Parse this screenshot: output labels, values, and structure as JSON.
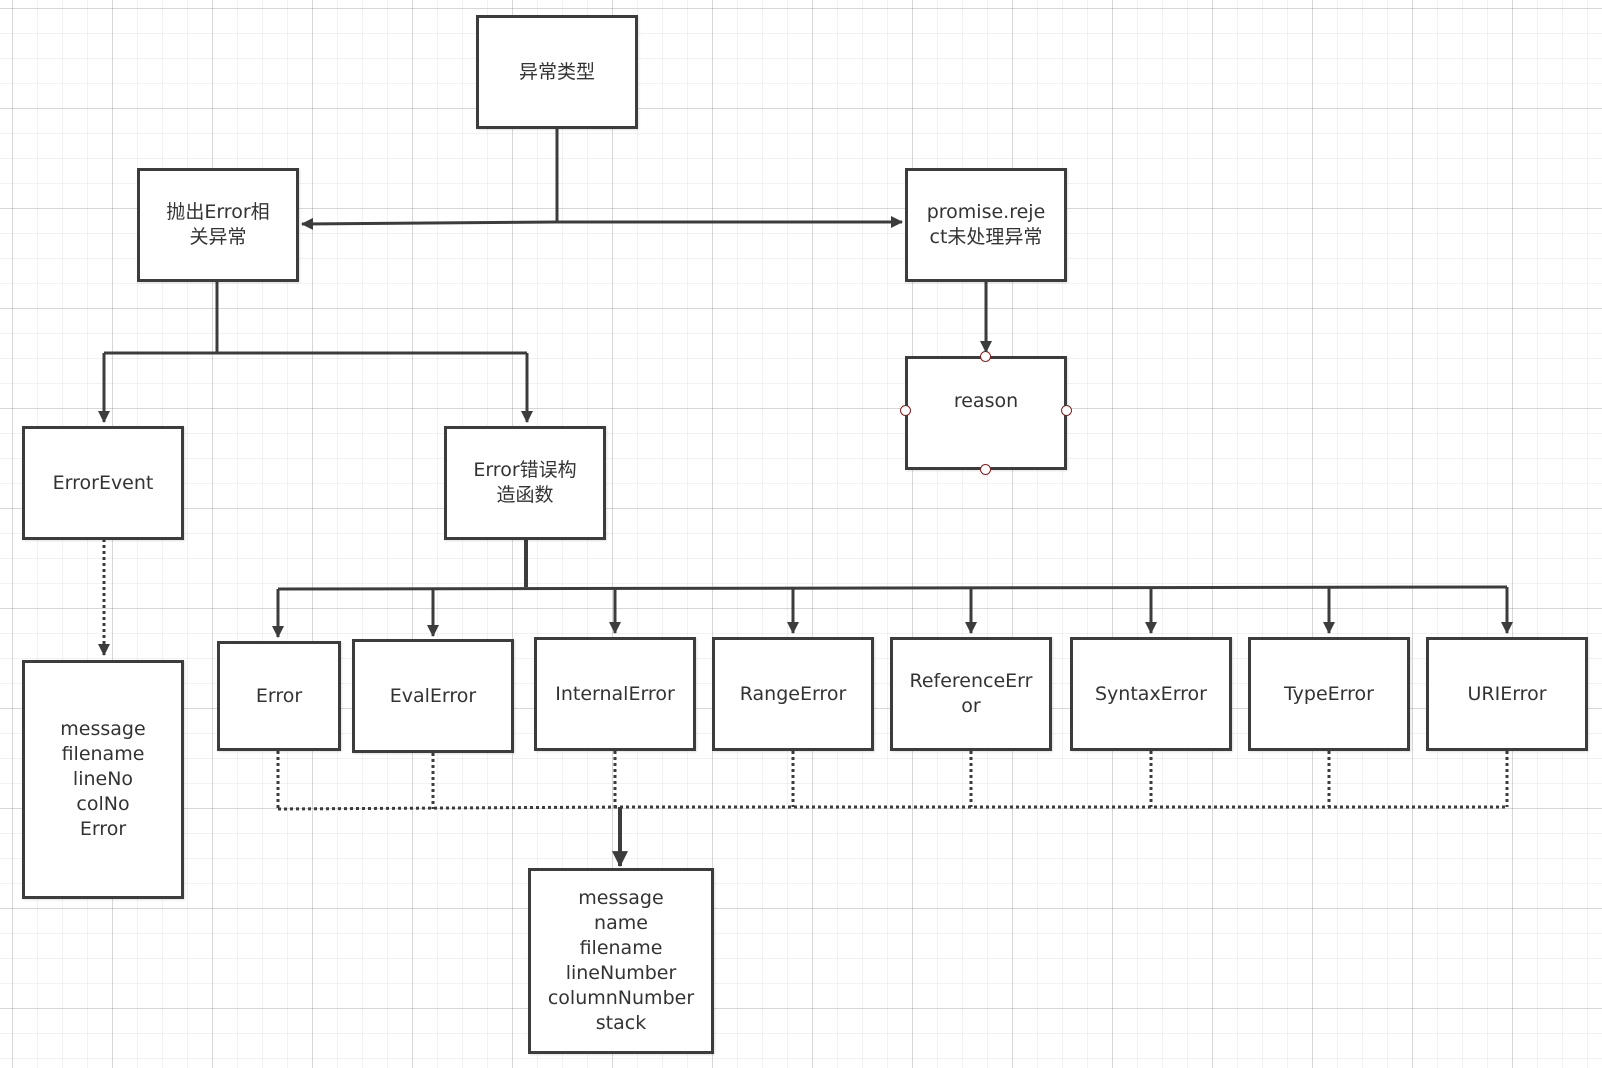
{
  "nodes": {
    "exception_types": "异常类型",
    "thrown_error": "抛出Error相\n关异常",
    "promise_reject": "promise.reje\nct未处理异常",
    "reason": "reason",
    "error_event": "ErrorEvent",
    "error_event_props": "message\nfilename\nlineNo\ncolNo\nError",
    "error_constructor": "Error错误构\n造函数",
    "error": "Error",
    "eval_error": "EvalError",
    "internal_error": "InternalError",
    "range_error": "RangeError",
    "reference_error": "ReferenceErr\nor",
    "syntax_error": "SyntaxError",
    "type_error": "TypeError",
    "uri_error": "URIError",
    "error_props": "message\nname\nfilename\nlineNumber\ncolumnNumber\nstack"
  },
  "colors": {
    "stroke": "#3c3c3c",
    "text": "#333333",
    "handle": "#8b1c1c",
    "grid": "#e6e6e6"
  },
  "edges": [
    {
      "from": "exception_types",
      "to": "thrown_error",
      "style": "solid"
    },
    {
      "from": "exception_types",
      "to": "promise_reject",
      "style": "solid"
    },
    {
      "from": "promise_reject",
      "to": "reason",
      "style": "solid"
    },
    {
      "from": "thrown_error",
      "to": "error_event",
      "style": "solid"
    },
    {
      "from": "thrown_error",
      "to": "error_constructor",
      "style": "solid"
    },
    {
      "from": "error_event",
      "to": "error_event_props",
      "style": "dotted"
    },
    {
      "from": "error_constructor",
      "to": "error",
      "style": "solid"
    },
    {
      "from": "error_constructor",
      "to": "eval_error",
      "style": "solid"
    },
    {
      "from": "error_constructor",
      "to": "internal_error",
      "style": "solid"
    },
    {
      "from": "error_constructor",
      "to": "range_error",
      "style": "solid"
    },
    {
      "from": "error_constructor",
      "to": "reference_error",
      "style": "solid"
    },
    {
      "from": "error_constructor",
      "to": "syntax_error",
      "style": "solid"
    },
    {
      "from": "error_constructor",
      "to": "type_error",
      "style": "solid"
    },
    {
      "from": "error_constructor",
      "to": "uri_error",
      "style": "solid"
    },
    {
      "from": "error",
      "to": "error_props",
      "style": "dotted"
    },
    {
      "from": "eval_error",
      "to": "error_props",
      "style": "dotted"
    },
    {
      "from": "internal_error",
      "to": "error_props",
      "style": "dotted"
    },
    {
      "from": "range_error",
      "to": "error_props",
      "style": "dotted"
    },
    {
      "from": "reference_error",
      "to": "error_props",
      "style": "dotted"
    },
    {
      "from": "syntax_error",
      "to": "error_props",
      "style": "dotted"
    },
    {
      "from": "type_error",
      "to": "error_props",
      "style": "dotted"
    },
    {
      "from": "uri_error",
      "to": "error_props",
      "style": "dotted"
    }
  ]
}
